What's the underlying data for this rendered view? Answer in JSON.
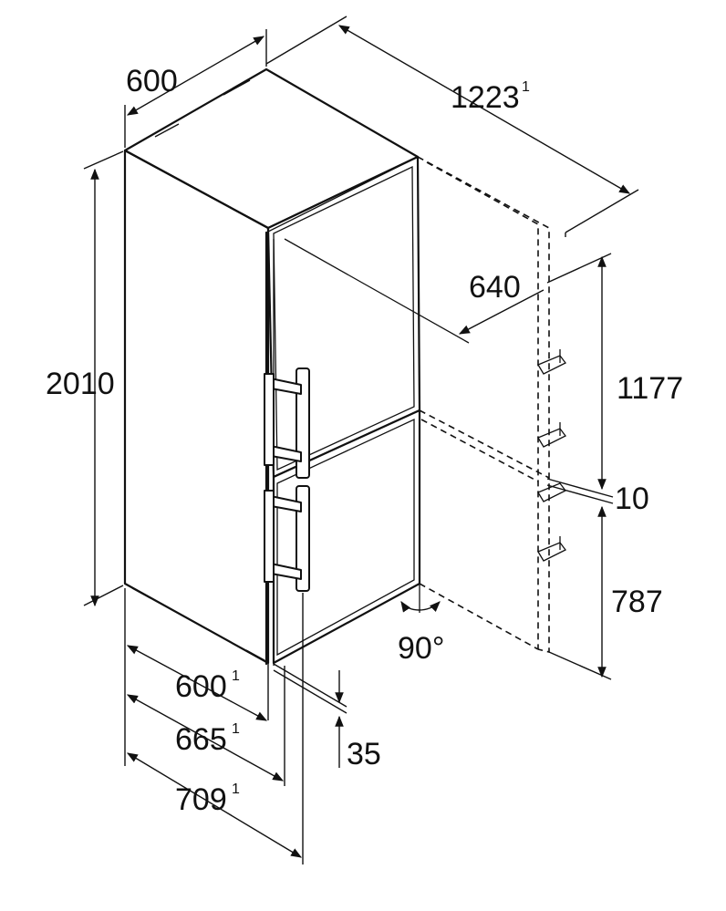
{
  "dimensions": {
    "width_top": "600",
    "depth_total": "1223",
    "depth_total_note": "1",
    "height": "2010",
    "depth_door_open": "640",
    "fridge_door_height": "1177",
    "door_gap": "10",
    "freezer_door_height": "787",
    "opening_angle": "90°",
    "depth_body": "600",
    "depth_body_note": "1",
    "depth_with_door": "665",
    "depth_with_door_note": "1",
    "depth_with_handle": "709",
    "depth_with_handle_note": "1",
    "wall_distance": "35"
  },
  "colors": {
    "line": "#111111",
    "background": "#ffffff"
  }
}
